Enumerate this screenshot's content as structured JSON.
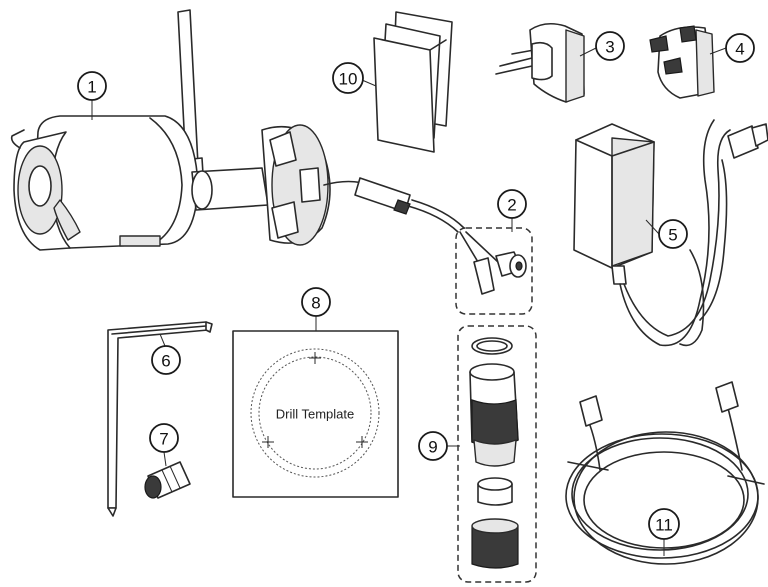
{
  "diagram": {
    "callouts": [
      {
        "id": "camera",
        "label": "1"
      },
      {
        "id": "cable-connector",
        "label": "2"
      },
      {
        "id": "eu-plug",
        "label": "3"
      },
      {
        "id": "uk-plug",
        "label": "4"
      },
      {
        "id": "power-adapter",
        "label": "5"
      },
      {
        "id": "allen-wrench",
        "label": "6"
      },
      {
        "id": "wall-anchor",
        "label": "7"
      },
      {
        "id": "drill-template",
        "label": "8"
      },
      {
        "id": "waterproof-kit",
        "label": "9"
      },
      {
        "id": "manual",
        "label": "10"
      },
      {
        "id": "network-cable",
        "label": "11"
      }
    ],
    "drill_template_text": "Drill Template"
  },
  "colors": {
    "line": "#2a2a2a",
    "fill_light": "#e6e6e6",
    "fill_dark": "#3a3a3a",
    "background": "#ffffff"
  }
}
